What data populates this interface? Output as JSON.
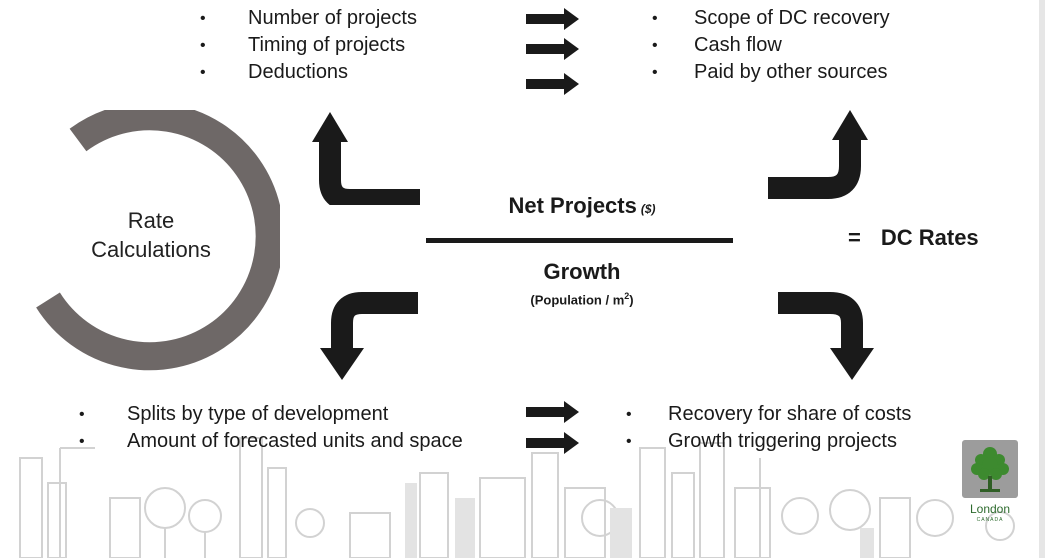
{
  "top_left_list": [
    "Number of projects",
    "Timing of projects",
    "Deductions"
  ],
  "top_right_list": [
    "Scope of DC recovery",
    "Cash flow",
    "Paid by other sources"
  ],
  "bottom_left_list": [
    "Splits by type of development",
    "Amount of forecasted  units and space"
  ],
  "bottom_right_list": [
    "Recovery for share of costs",
    "Growth triggering projects"
  ],
  "cycle": {
    "line1": "Rate",
    "line2": "Calculations",
    "ring_color": "#6e6867"
  },
  "formula": {
    "numerator": "Net Projects",
    "numerator_unit": "($)",
    "denominator": "Growth",
    "denominator_sub_prefix": "(Population / m",
    "denominator_sub_sup": "2",
    "denominator_sub_suffix": ")",
    "equals": "=",
    "result": "DC Rates"
  },
  "logo": {
    "name": "London",
    "sub": "CANADA",
    "tree_color": "#3d8a2f"
  },
  "colors": {
    "arrow": "#1a1a1a",
    "skyline": "#d4d4d4"
  }
}
